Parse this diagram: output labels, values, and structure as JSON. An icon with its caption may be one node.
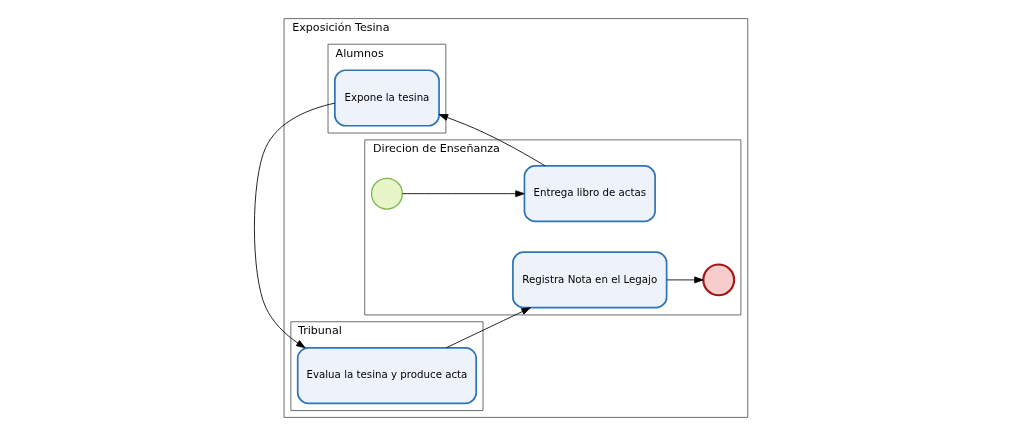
{
  "diagram": {
    "nodes": [
      {
        "text": [
          "Exposición Tesina"
        ]
      },
      {
        "text": [
          "Direcion de Enseñanza"
        ],
        "in": 0
      },
      {
        "text": [],
        "shape": "circle",
        "in": 1
      },
      {
        "text": [
          "Entrega libro de actas"
        ],
        "in": 1
      },
      {
        "text": [
          "Registra Nota en el Legajo"
        ],
        "in": 1
      },
      {
        "text": [],
        "shape": "circle",
        "in": 1
      },
      {
        "text": [
          "Alumnos"
        ],
        "in": 0
      },
      {
        "text": [
          "Expone la tesina"
        ],
        "in": 6
      },
      {
        "text": [
          "Tribunal"
        ],
        "in": 0
      },
      {
        "text": [
          "Evalua la tesina y produce acta"
        ],
        "in": 8
      }
    ],
    "edges": [
      {
        "from": 2,
        "to": 3,
        "arrow": "to"
      },
      {
        "from": 3,
        "to": 7,
        "arrow": "to"
      },
      {
        "from": 7,
        "to": 9,
        "arrow": "to"
      },
      {
        "from": 9,
        "to": 4,
        "arrow": "to"
      },
      {
        "from": 4,
        "to": 5,
        "arrow": "to"
      }
    ]
  }
}
